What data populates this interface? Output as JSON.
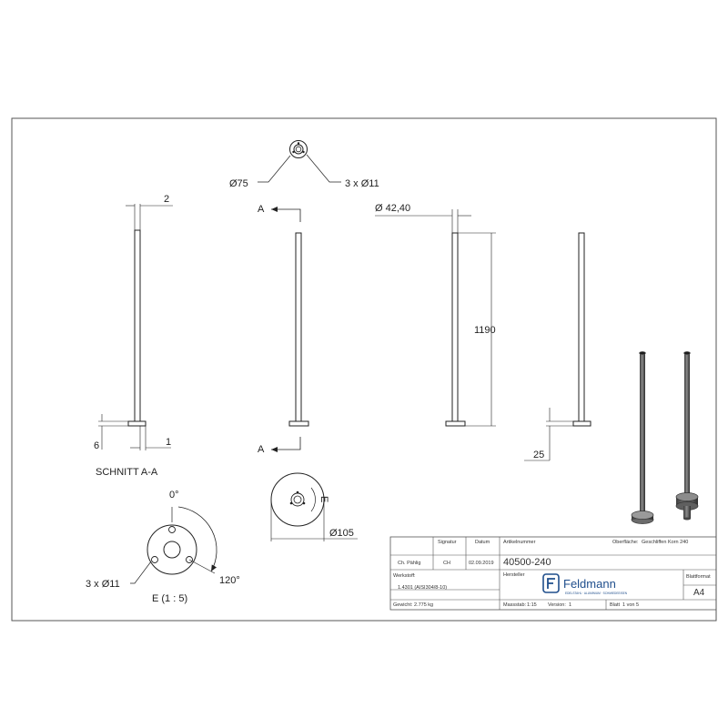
{
  "dimensions": {
    "wall": "2",
    "base_height": "6",
    "base_offset": "1",
    "section_view": "SCHNITT A-A",
    "section_mark": "A",
    "flange_diameter": "Ø75",
    "holes": "3 x Ø11",
    "tube_diameter": "Ø 42,40",
    "height": "1190",
    "base_diameter": "Ø105",
    "thread": "25",
    "detail_mark": "E",
    "detail_label": "E (1 : 5)",
    "angle_zero": "0°",
    "angle_120": "120°"
  },
  "title_block": {
    "field_erstellt": "Ch. Pählig",
    "label_signatur": "Signatur",
    "sig_value": "CH",
    "label_datum": "Datum",
    "date_value": "02.09.2019",
    "label_artikelnummer": "Artikelnummer",
    "article_number": "40500-240",
    "label_oberflaeche": "Oberfläche:",
    "surface_value": "Geschliffen Korn 240",
    "label_werkstoff": "Werkstoff:",
    "material_value": "1.4301 (AISI304/8-10)",
    "label_hersteller": "Hersteller",
    "company_name": "Feldmann",
    "company_tagline": "EDELSTAHL · ALUMINIUM · SCHMIEDEEISEN",
    "label_blattformat": "Blattformat",
    "sheet_format": "A4",
    "label_gewicht": "Gewicht:",
    "weight_value": "2.775 kg",
    "label_massstab": "Massstab:",
    "scale_value": "1:15",
    "label_version": "Version:",
    "version_value": "1",
    "label_blatt": "Blatt",
    "sheet_value": "1 von 5"
  },
  "colors": {
    "line": "#222222",
    "border": "#555555",
    "logo": "#1f4e8c",
    "metal": "#5a5a5a"
  }
}
